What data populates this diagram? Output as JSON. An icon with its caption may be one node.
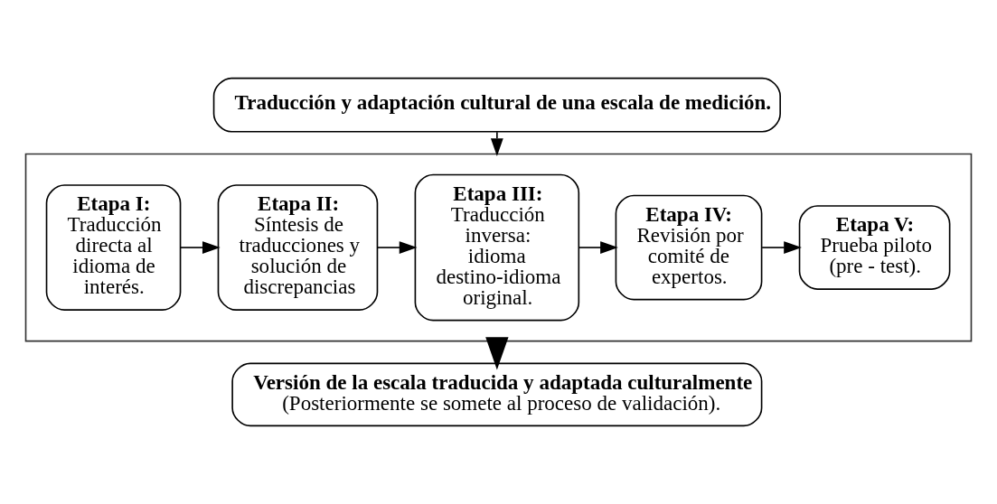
{
  "diagram": {
    "nodes": [
      {
        "text": [
          "Traducción y adaptación cultural de una escala de medición."
        ]
      },
      {
        "text": [],
        "shape": "box"
      },
      {
        "text": [
          "Etapa I:",
          "Traducción directa al idioma de interés."
        ],
        "in": 1
      },
      {
        "text": [
          "Etapa II:",
          "Síntesis de traducciones y solución de discrepancias"
        ],
        "in": 1
      },
      {
        "text": [
          "Etapa III:",
          "Traducción inversa: idioma destino-idioma original."
        ],
        "in": 1
      },
      {
        "text": [
          "Etapa IV:",
          "Revisión por comité de expertos."
        ],
        "in": 1
      },
      {
        "text": [
          "Etapa V:",
          "Prueba piloto (pre - test)."
        ],
        "in": 1
      },
      {
        "text": [
          "Versión de la escala traducida y adaptada culturalmente",
          "(Posteriormente se somete al proceso de validación)."
        ]
      }
    ],
    "edges": [
      {
        "from": 0,
        "to": 1,
        "arrow": "to"
      },
      {
        "from": 2,
        "to": 3,
        "arrow": "to"
      },
      {
        "from": 3,
        "to": 4,
        "arrow": "to"
      },
      {
        "from": 4,
        "to": 5,
        "arrow": "to"
      },
      {
        "from": 5,
        "to": 6,
        "arrow": "to"
      },
      {
        "from": 1,
        "to": 7,
        "arrow": "to",
        "style": "thick"
      }
    ]
  }
}
